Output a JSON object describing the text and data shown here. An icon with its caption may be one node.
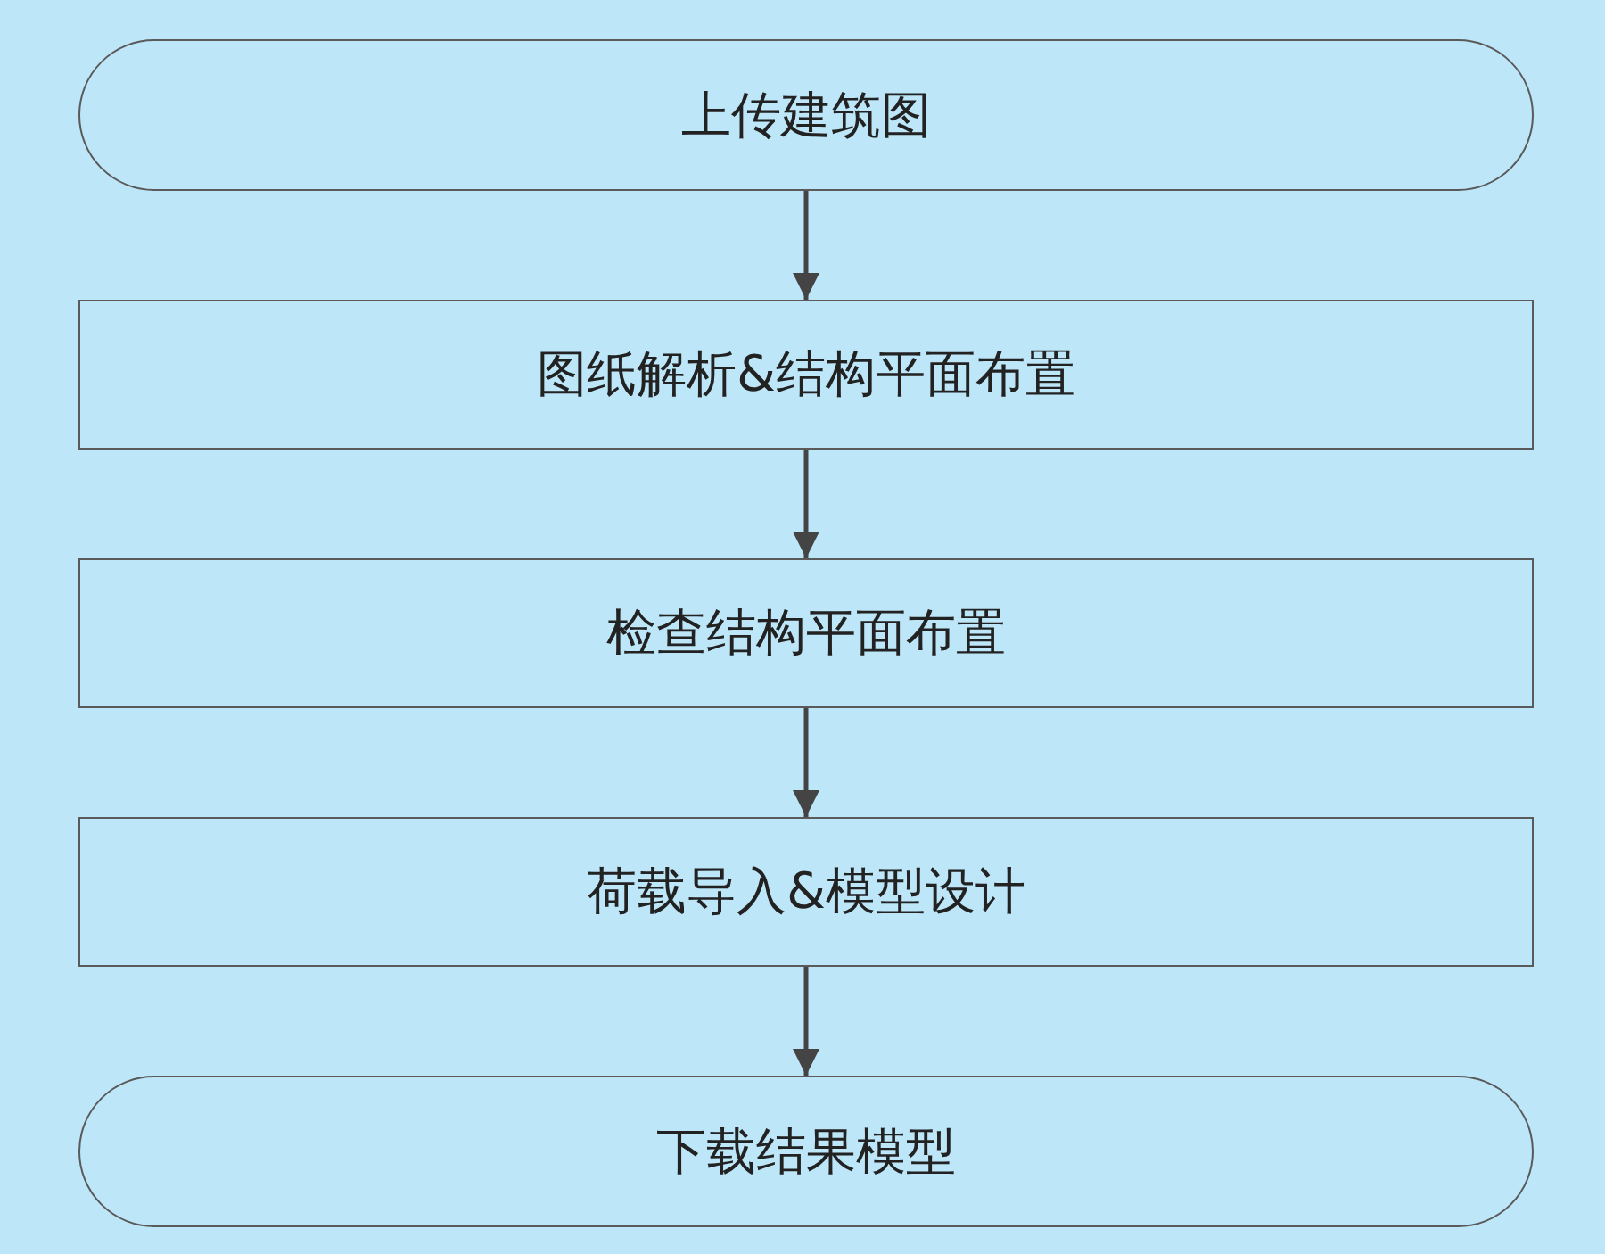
{
  "diagram": {
    "nodes": [
      {
        "text": [
          "上传建筑图"
        ]
      },
      {
        "text": [
          "图纸解析&结构平面布置"
        ]
      },
      {
        "text": [
          "检查结构平面布置"
        ]
      },
      {
        "text": [
          "荷载导入&模型设计"
        ]
      },
      {
        "text": [
          "下载结果模型"
        ]
      }
    ],
    "edges": [
      {
        "from": 0,
        "to": 1,
        "arrow": "to"
      },
      {
        "from": 1,
        "to": 2,
        "arrow": "to"
      },
      {
        "from": 2,
        "to": 3,
        "arrow": "to"
      },
      {
        "from": 3,
        "to": 4,
        "arrow": "to"
      }
    ]
  }
}
